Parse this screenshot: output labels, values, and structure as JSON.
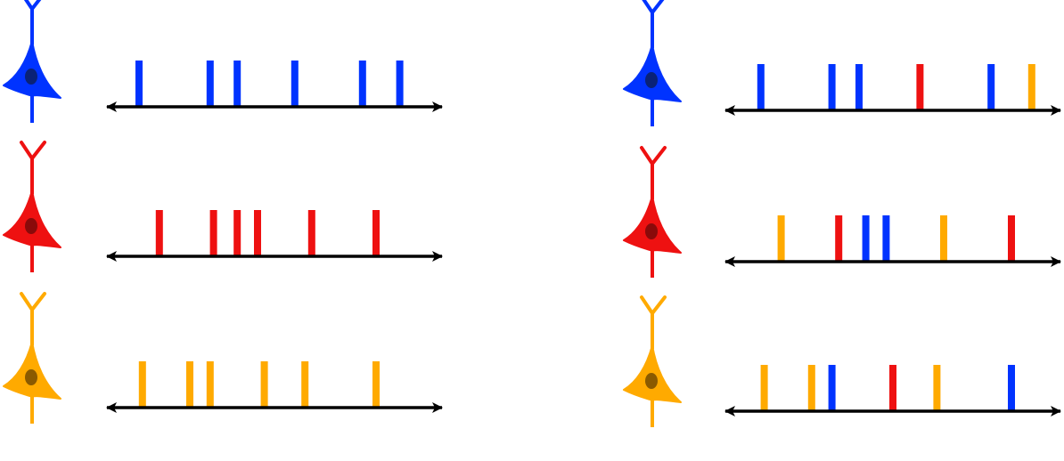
{
  "colors": {
    "blue": "#0033ff",
    "red": "#ee1111",
    "orange": "#ffaa00",
    "axis": "#000000",
    "nucleus_blue": "#0a2277",
    "nucleus_red": "#8a0a0a",
    "nucleus_orange": "#8a5a00"
  },
  "panels": [
    {
      "side": "left",
      "rows": [
        {
          "neuron": "blue",
          "spikes": [
            {
              "t": 0.1,
              "c": "blue"
            },
            {
              "t": 0.31,
              "c": "blue"
            },
            {
              "t": 0.39,
              "c": "blue"
            },
            {
              "t": 0.56,
              "c": "blue"
            },
            {
              "t": 0.76,
              "c": "blue"
            },
            {
              "t": 0.87,
              "c": "blue"
            }
          ]
        },
        {
          "neuron": "red",
          "spikes": [
            {
              "t": 0.16,
              "c": "red"
            },
            {
              "t": 0.32,
              "c": "red"
            },
            {
              "t": 0.39,
              "c": "red"
            },
            {
              "t": 0.45,
              "c": "red"
            },
            {
              "t": 0.61,
              "c": "red"
            },
            {
              "t": 0.8,
              "c": "red"
            }
          ]
        },
        {
          "neuron": "orange",
          "spikes": [
            {
              "t": 0.11,
              "c": "orange"
            },
            {
              "t": 0.25,
              "c": "orange"
            },
            {
              "t": 0.31,
              "c": "orange"
            },
            {
              "t": 0.47,
              "c": "orange"
            },
            {
              "t": 0.59,
              "c": "orange"
            },
            {
              "t": 0.8,
              "c": "orange"
            }
          ]
        }
      ]
    },
    {
      "side": "right",
      "rows": [
        {
          "neuron": "blue",
          "spikes": [
            {
              "t": 0.11,
              "c": "blue"
            },
            {
              "t": 0.32,
              "c": "blue"
            },
            {
              "t": 0.4,
              "c": "blue"
            },
            {
              "t": 0.58,
              "c": "red"
            },
            {
              "t": 0.79,
              "c": "blue"
            },
            {
              "t": 0.91,
              "c": "orange"
            }
          ]
        },
        {
          "neuron": "red",
          "spikes": [
            {
              "t": 0.17,
              "c": "orange"
            },
            {
              "t": 0.34,
              "c": "red"
            },
            {
              "t": 0.42,
              "c": "blue"
            },
            {
              "t": 0.48,
              "c": "blue"
            },
            {
              "t": 0.65,
              "c": "orange"
            },
            {
              "t": 0.85,
              "c": "red"
            }
          ]
        },
        {
          "neuron": "orange",
          "spikes": [
            {
              "t": 0.12,
              "c": "orange"
            },
            {
              "t": 0.26,
              "c": "orange"
            },
            {
              "t": 0.32,
              "c": "blue"
            },
            {
              "t": 0.5,
              "c": "red"
            },
            {
              "t": 0.63,
              "c": "orange"
            },
            {
              "t": 0.85,
              "c": "blue"
            }
          ]
        }
      ]
    }
  ]
}
